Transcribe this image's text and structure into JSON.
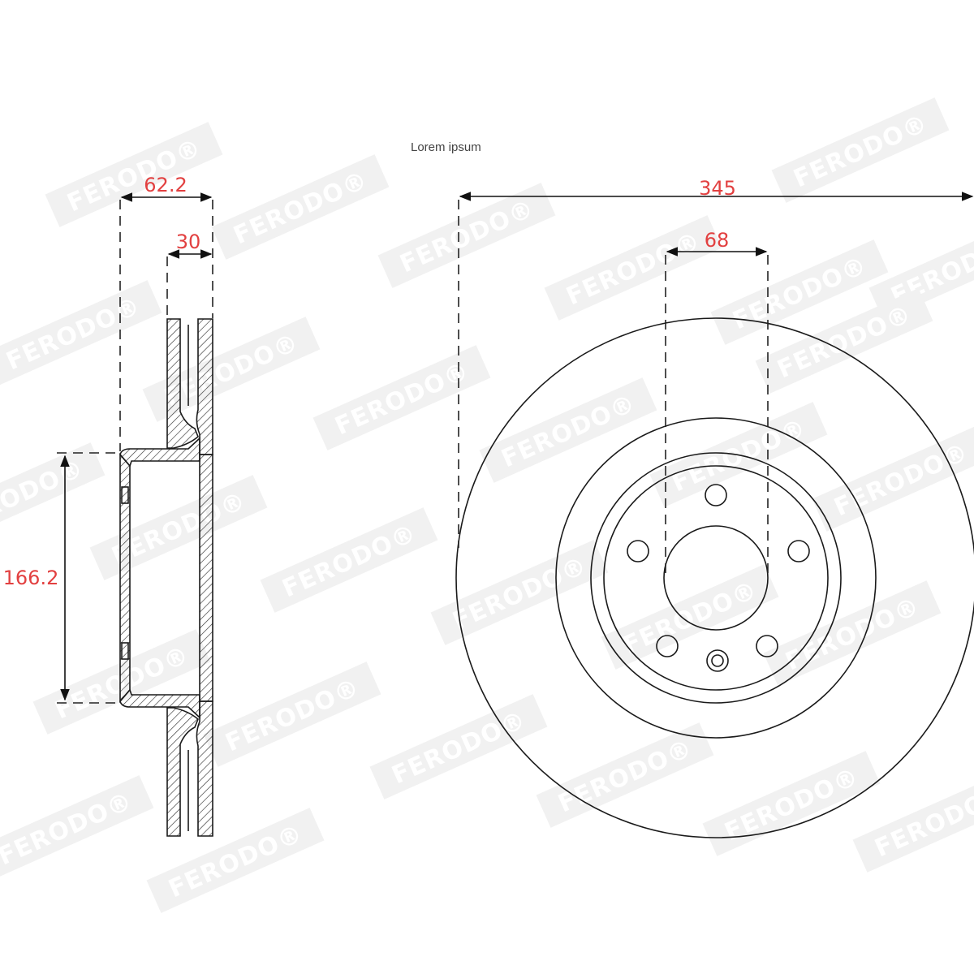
{
  "caption": "Lorem ipsum",
  "watermark": {
    "text": "FERODO®"
  },
  "dimensions": {
    "overall_thickness": "62.2",
    "disc_thickness": "30",
    "hat_diameter": "166.2",
    "disc_diameter": "345",
    "center_bore": "68"
  },
  "colors": {
    "dimension_text": "#e24040",
    "line": "#1a1a1a",
    "watermark": "#f1f1f1"
  }
}
